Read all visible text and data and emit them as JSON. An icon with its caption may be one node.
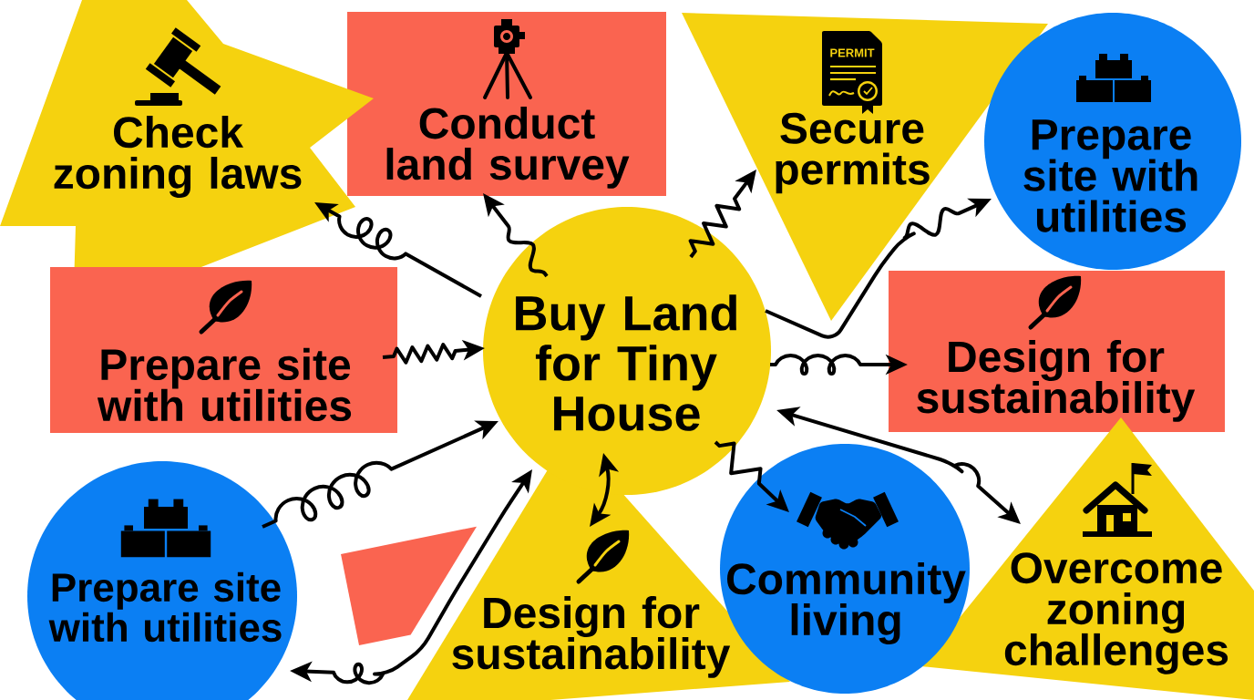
{
  "diagram": {
    "nodes": [
      {
        "text": [
          "Check zoning laws"
        ]
      },
      {
        "text": [
          "Conduct land survey"
        ]
      },
      {
        "text": [
          "Secure permits"
        ]
      },
      {
        "text": [
          "Prepare site with utilities"
        ]
      },
      {
        "text": [
          "Prepare site with utilities"
        ]
      },
      {
        "text": [
          "Buy Land for Tiny House"
        ]
      },
      {
        "text": [
          "Design for sustainability"
        ]
      },
      {
        "text": [
          "Prepare site with utilities"
        ]
      },
      {
        "text": [],
        "shape": "box"
      },
      {
        "text": [
          "Design for sustainability"
        ]
      },
      {
        "text": [
          "Community living"
        ]
      },
      {
        "text": [
          "Overcome zoning challenges"
        ]
      }
    ],
    "edges": [
      {
        "from": 5,
        "to": 0,
        "arrow": "to"
      },
      {
        "from": 5,
        "to": 1,
        "arrow": "to"
      },
      {
        "from": 5,
        "to": 2,
        "arrow": "to"
      },
      {
        "from": 5,
        "to": 3,
        "arrow": "to"
      },
      {
        "from": 4,
        "to": 5,
        "arrow": "to"
      },
      {
        "from": 5,
        "to": 6,
        "arrow": "to"
      },
      {
        "from": 7,
        "to": 5,
        "arrow": "to"
      },
      {
        "from": 5,
        "to": 7,
        "arrow": "both"
      },
      {
        "from": 5,
        "to": 9,
        "arrow": "both"
      },
      {
        "from": 5,
        "to": 10,
        "arrow": "to"
      },
      {
        "from": 5,
        "to": 11,
        "arrow": "both"
      }
    ],
    "labels": [
      "PERMIT"
    ]
  }
}
